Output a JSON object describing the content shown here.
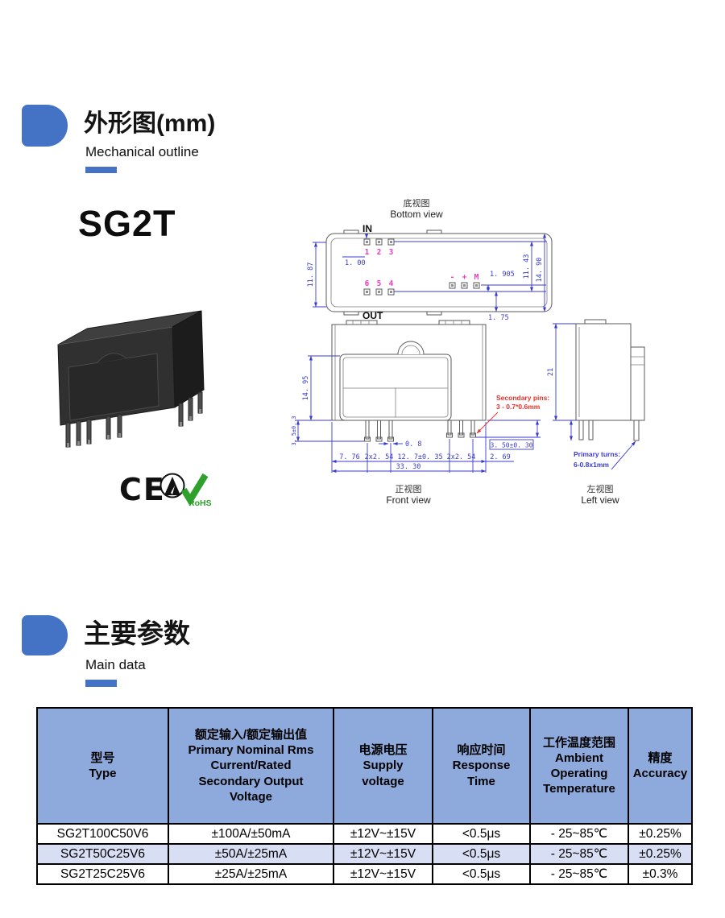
{
  "page": {
    "bg": "#ffffff"
  },
  "colors": {
    "accent": "#4472C4",
    "dim_blue": "#3a3ad0",
    "pin_magenta": "#ea3bc0",
    "note_red": "#e8312a",
    "rohs_green": "#2da12b",
    "outline_gray": "#5a5a5a",
    "table_header_bg": "#8EA9DB",
    "table_alt_row_bg": "#D8DEF3"
  },
  "section_outline": {
    "title": "外形图(mm)",
    "subtitle": "Mechanical outline"
  },
  "product": {
    "model": "SG2T",
    "certifications": {
      "ce": "CE",
      "rohs": "RoHS"
    }
  },
  "drawing": {
    "bottom_view": {
      "title_cn": "底视图",
      "title_en": "Bottom view",
      "label_in": "IN",
      "label_out": "OUT",
      "pins_top": [
        "1",
        "2",
        "3"
      ],
      "pins_bottom": [
        "6",
        "5",
        "4"
      ],
      "pins_right": [
        "-",
        "+",
        "M"
      ],
      "dims": {
        "inner_height": "11. 87",
        "pin_offset": "1. 00",
        "m_offset": "1. 905",
        "pin_span": "11. 43",
        "body_height": "14. 90",
        "edge_offset": "1. 75"
      }
    },
    "front_view": {
      "title_cn": "正视图",
      "title_en": "Front view",
      "note1": "Secondary pins:",
      "note2": "3 - 0.7*0.6mm",
      "dims": {
        "core_height": "14. 95",
        "pin_len": "3. 5±0. 3",
        "pin_w": "0. 8",
        "d1": "7. 76",
        "d2": "2x2. 54",
        "d3": "12. 7±0. 35",
        "d4": "2x2. 54",
        "d5": "2. 69",
        "total": "33. 30",
        "pin_len_r": "3. 50±0. 30"
      }
    },
    "left_view": {
      "title_cn": "左视图",
      "title_en": "Left view",
      "note1": "Primary turns:",
      "note2": "6-0.8x1mm",
      "dims": {
        "height": "21"
      }
    }
  },
  "section_data": {
    "title": "主要参数",
    "subtitle": "Main data"
  },
  "table": {
    "columns": [
      "型号\nType",
      "额定输入/额定输出值\nPrimary Nominal Rms\nCurrent/Rated\nSecondary Output\nVoltage",
      "电源电压\nSupply\nvoltage",
      "响应时间\nResponse\nTime",
      "工作温度范围\nAmbient\nOperating\nTemperature",
      "精度\nAccuracy"
    ],
    "rows": [
      [
        "SG2T100C50V6",
        "±100A/±50mA",
        "±12V~±15V",
        "<0.5μs",
        "- 25~85℃",
        "±0.25%"
      ],
      [
        "SG2T50C25V6",
        "±50A/±25mA",
        "±12V~±15V",
        "<0.5μs",
        "- 25~85℃",
        "±0.25%"
      ],
      [
        "SG2T25C25V6",
        "±25A/±25mA",
        "±12V~±15V",
        "<0.5μs",
        "- 25~85℃",
        "±0.3%"
      ]
    ]
  }
}
